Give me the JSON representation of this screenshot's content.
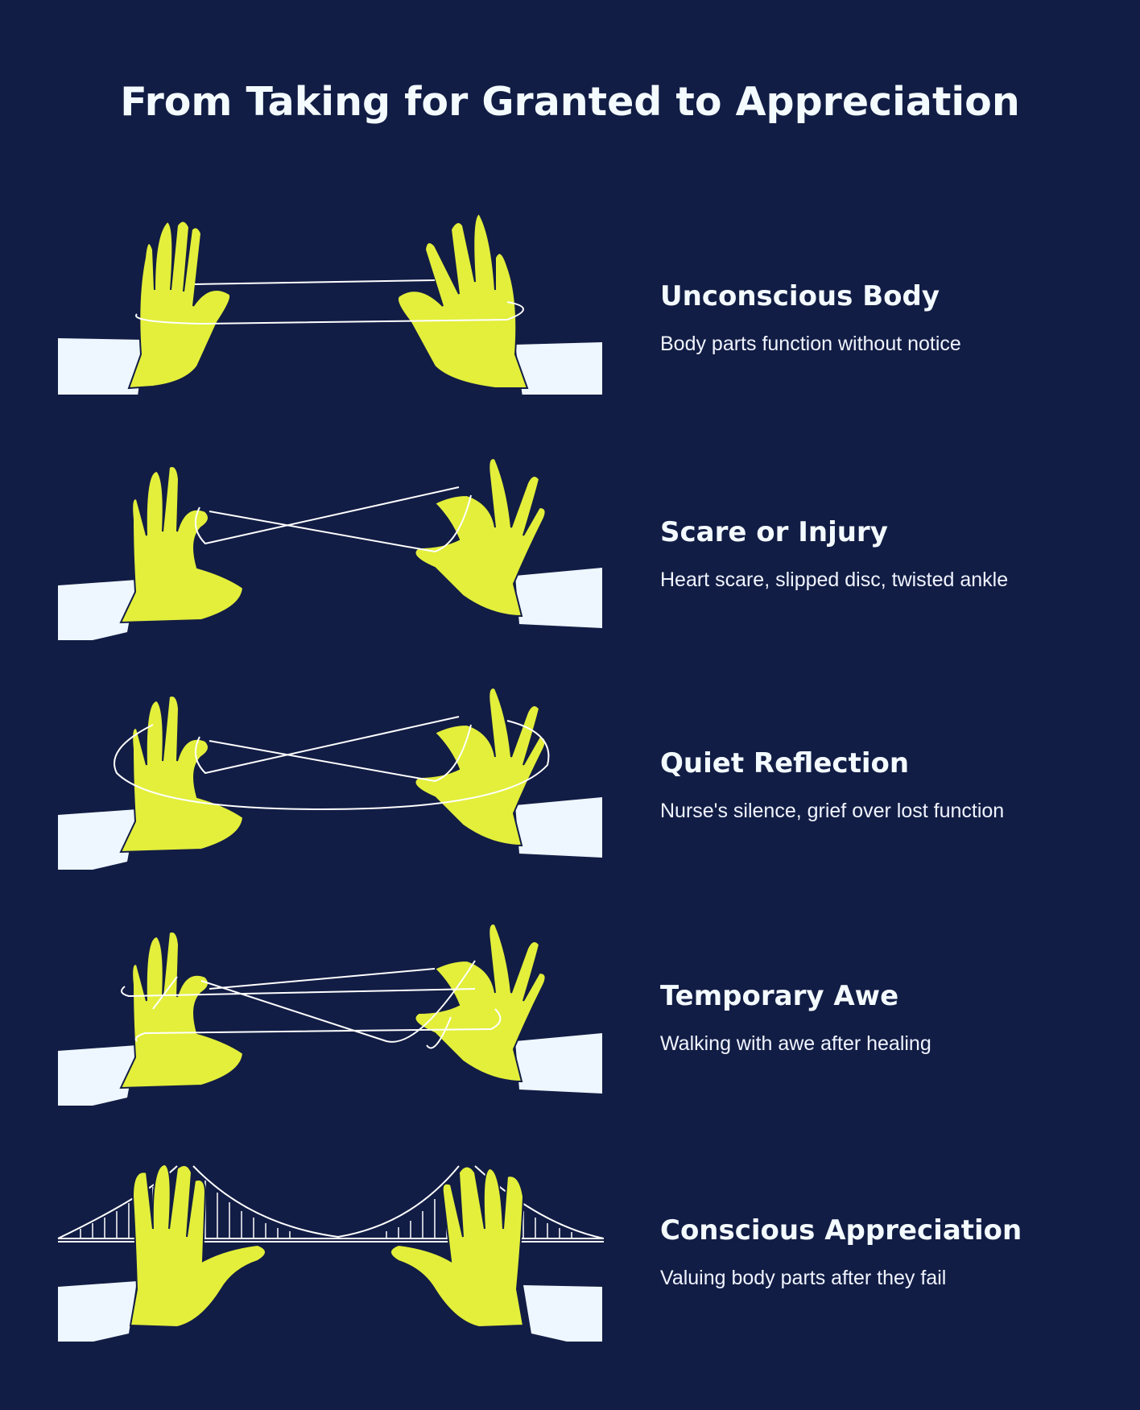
{
  "title": "From Taking for Granted to Appreciation",
  "stages": [
    {
      "title": "Unconscious Body",
      "desc": "Body parts function without notice"
    },
    {
      "title": "Scare or Injury",
      "desc": "Heart scare, slipped disc, twisted ankle"
    },
    {
      "title": "Quiet Reflection",
      "desc": "Nurse's silence, grief over lost function"
    },
    {
      "title": "Temporary Awe",
      "desc": "Walking with awe after healing"
    },
    {
      "title": "Conscious Appreciation",
      "desc": "Valuing body parts after they fail"
    }
  ],
  "colors": {
    "background": "#121d45",
    "hand": "#e3ef3a",
    "sleeve": "#eef6ff",
    "string": "#ffffff"
  }
}
